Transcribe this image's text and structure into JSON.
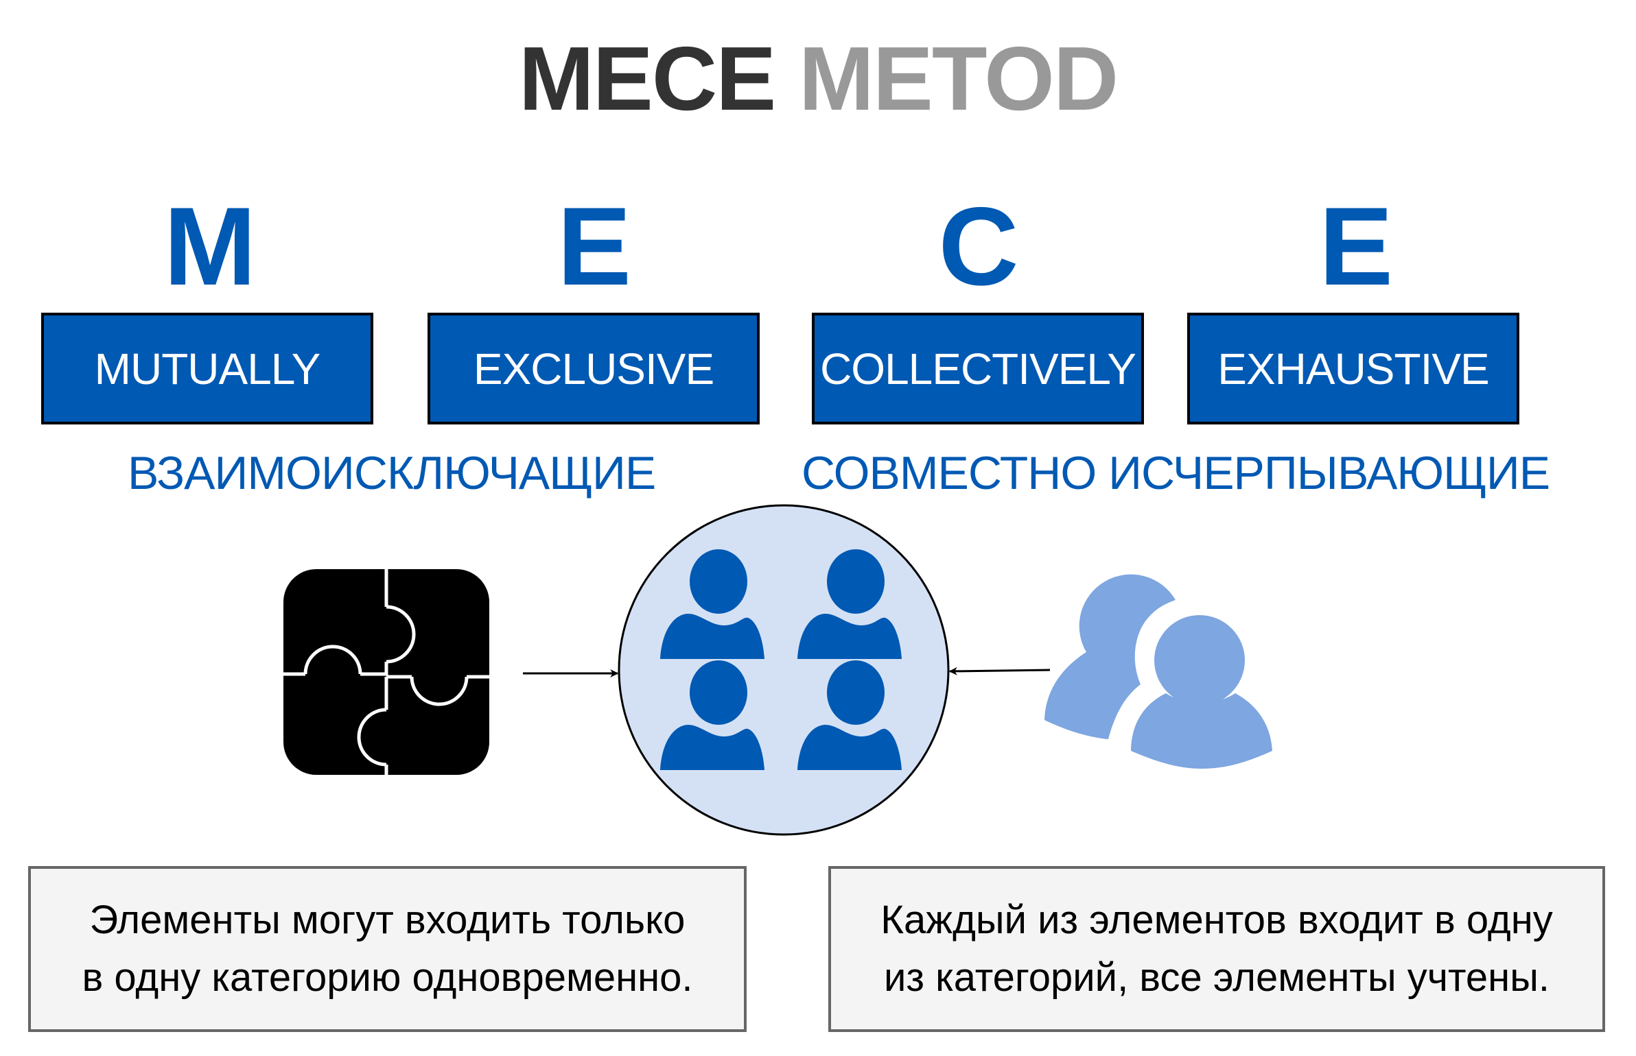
{
  "title": {
    "part1": "MECE",
    "part2": "METOD"
  },
  "letters": [
    "M",
    "E",
    "C",
    "E"
  ],
  "words": [
    "MUTUALLY",
    "EXCLUSIVE",
    "COLLECTIVELY",
    "EXHAUSTIVE"
  ],
  "subtitles": {
    "left": "ВЗАИМОИСКЛЮЧАЩИЕ",
    "right": "СОВМЕСТНО ИСЧЕРПЫВАЮЩИЕ"
  },
  "icons": {
    "left": "puzzle-icon",
    "center": "group-of-four-users-icon",
    "right": "two-users-icon"
  },
  "descriptions": {
    "left": {
      "line1": "Элементы могут входить только",
      "line2": "в одну категорию одновременно."
    },
    "right": {
      "line1": "Каждый из элементов входит в одну",
      "line2": "из категорий, все элементы учтены."
    }
  },
  "colors": {
    "accent_blue": "#0059b3",
    "light_blue_fill": "#d4e1f5",
    "soft_blue_icon": "#7ea6e0",
    "title_dark": "#333333",
    "title_light": "#999999"
  }
}
